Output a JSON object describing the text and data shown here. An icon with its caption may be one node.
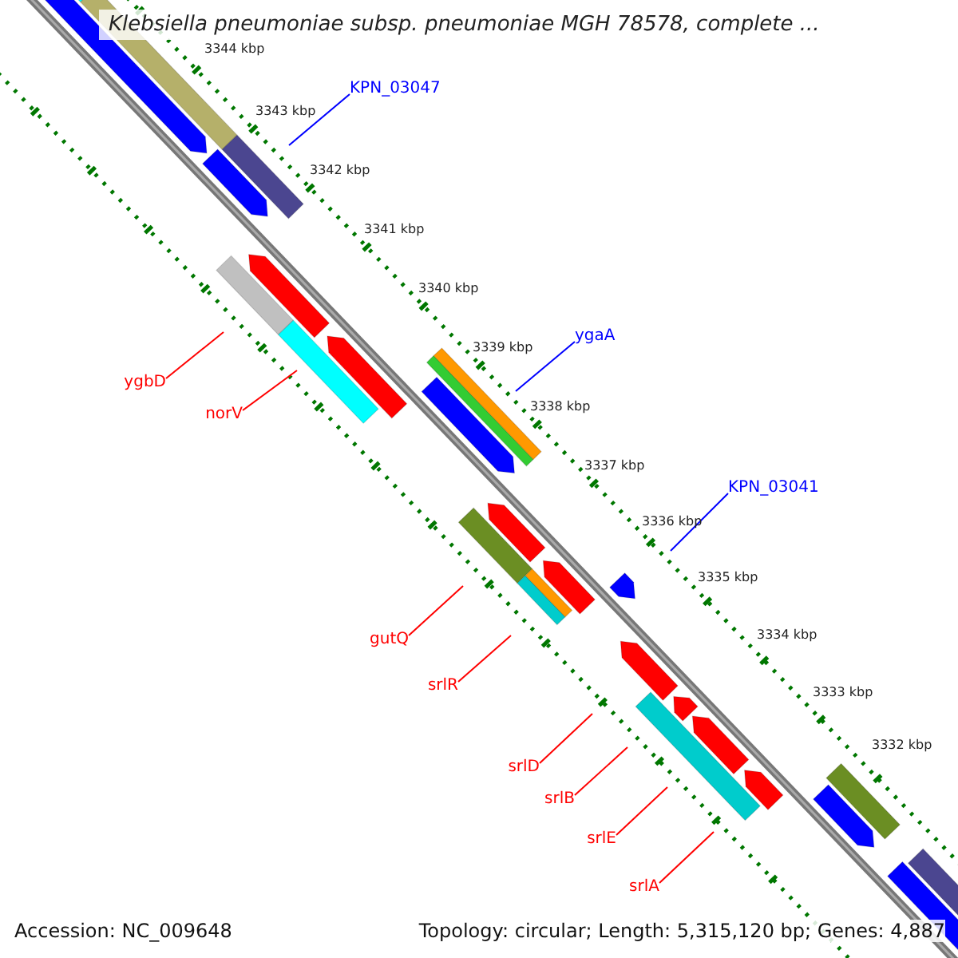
{
  "diagram": {
    "title": "Klebsiella pneumoniae subsp. pneumoniae MGH 78578, complete ...",
    "nodes": [
      {
        "text": [
          "KPN_03047"
        ]
      },
      {
        "text": [
          "ygaA"
        ]
      },
      {
        "text": [
          "KPN_03041"
        ]
      },
      {
        "text": [
          "ygbD"
        ]
      },
      {
        "text": [
          "norV"
        ]
      },
      {
        "text": [
          "gutQ"
        ]
      },
      {
        "text": [
          "srlR"
        ]
      },
      {
        "text": [
          "srlD"
        ]
      },
      {
        "text": [
          "srlB"
        ]
      },
      {
        "text": [
          "srlE"
        ]
      },
      {
        "text": [
          "srlA"
        ]
      }
    ],
    "edges": [
      {
        "from": 0,
        "to": null,
        "arrow": "none",
        "color": "#0000ff"
      },
      {
        "from": 1,
        "to": null,
        "arrow": "none",
        "color": "#0000ff"
      },
      {
        "from": 2,
        "to": null,
        "arrow": "none",
        "color": "#0000ff"
      },
      {
        "from": 3,
        "to": null,
        "arrow": "none"
      },
      {
        "from": 4,
        "to": null,
        "arrow": "none"
      },
      {
        "from": 5,
        "to": null,
        "arrow": "none"
      },
      {
        "from": 6,
        "to": null,
        "arrow": "none"
      },
      {
        "from": 7,
        "to": null,
        "arrow": "none"
      },
      {
        "from": 8,
        "to": null,
        "arrow": "none"
      },
      {
        "from": 9,
        "to": null,
        "arrow": "none"
      },
      {
        "from": 10,
        "to": null,
        "arrow": "none"
      }
    ],
    "labels": [
      "3344 kbp",
      "3343 kbp",
      "3342 kbp",
      "3341 kbp",
      "3340 kbp",
      "3339 kbp",
      "3338 kbp",
      "3337 kbp",
      "3336 kbp",
      "3335 kbp",
      "3334 kbp",
      "3333 kbp",
      "3332 kbp",
      "Accession: NC_009648",
      "Topology: circular; Length: 5,315,120 bp; Genes: 4,887"
    ]
  }
}
